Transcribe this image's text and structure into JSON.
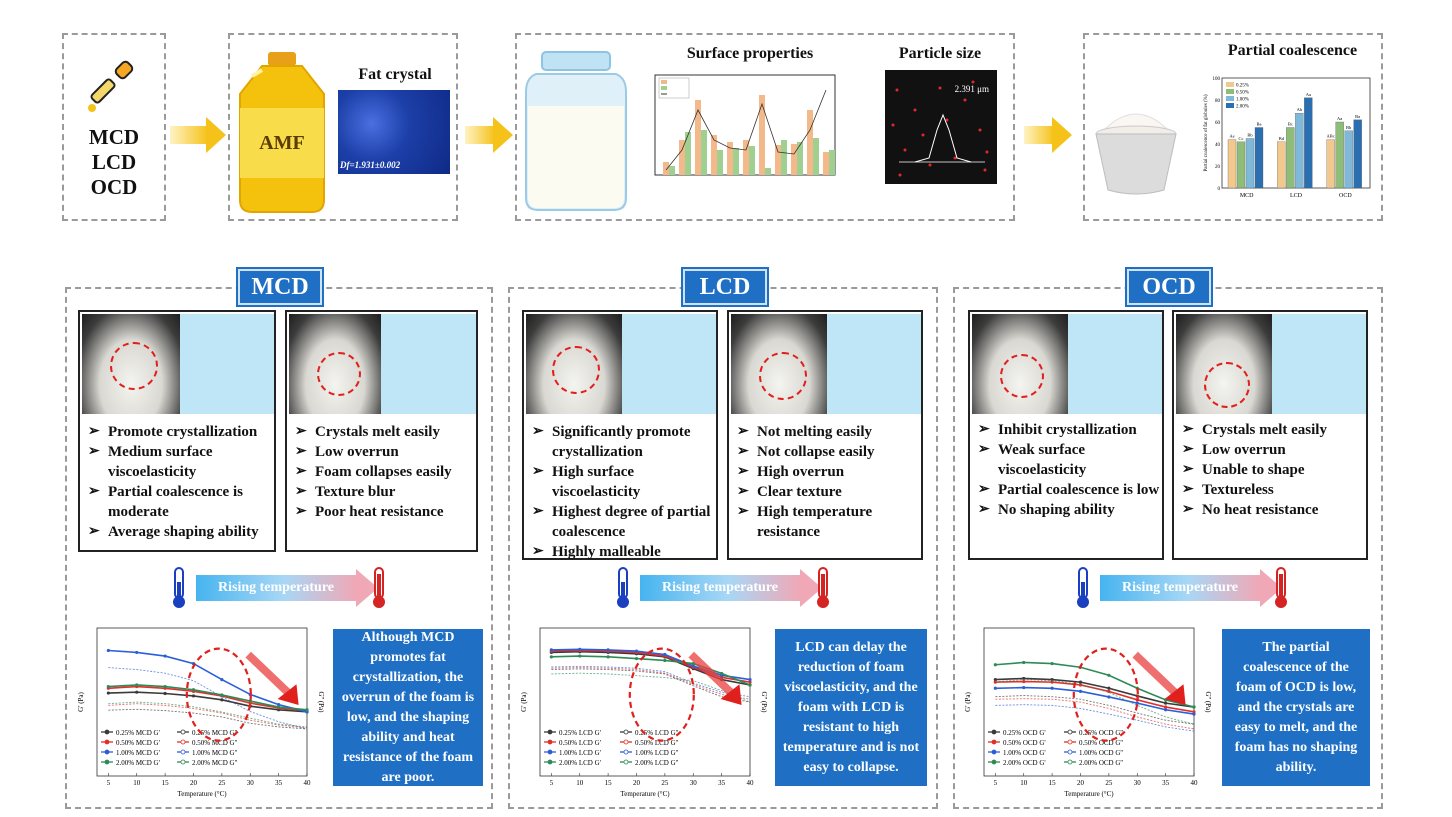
{
  "top": {
    "cd_types": [
      "MCD",
      "LCD",
      "OCD"
    ],
    "amf_label": "AMF",
    "fat_crystal_title": "Fat crystal",
    "fractal_dim": "Df=1.931±0.002",
    "surface_title": "Surface properties",
    "particle_title": "Particle size",
    "particle_value": "2.391 μm",
    "partial_title": "Partial coalescence",
    "partial_chart": {
      "ylabel": "Partial coalescence of fat globules (%)",
      "categories": [
        "MCD",
        "LCD",
        "OCD"
      ],
      "legend": [
        "0.25%",
        "0.50%",
        "1.00%",
        "2.00%"
      ],
      "colors": [
        "#f1c88e",
        "#8dbd78",
        "#7fb8d9",
        "#2b6fb0"
      ]
    }
  },
  "sections": [
    {
      "tag": "MCD",
      "left_bullets": [
        "Promote crystallization",
        "Medium surface viscoelasticity",
        "Partial coalescence is moderate",
        "Average shaping ability"
      ],
      "right_bullets": [
        "Crystals melt easily",
        "Low overrun",
        "Foam collapses easily",
        "Texture blur",
        "Poor heat resistance"
      ],
      "rising": "Rising temperature",
      "legend": [
        "0.25% MCD G'",
        "0.25% MCD G''",
        "0.50% MCD G'",
        "0.50% MCD G''",
        "1.00% MCD G'",
        "1.00% MCD G''",
        "2.00% MCD G'",
        "2.00% MCD G''"
      ],
      "note": "Although MCD promotes fat crystallization, the overrun of the foam is low, and the shaping ability and heat resistance of the foam are poor."
    },
    {
      "tag": "LCD",
      "left_bullets": [
        "Significantly promote crystallization",
        "High surface viscoelasticity",
        "Highest degree of partial coalescence",
        "Highly malleable"
      ],
      "right_bullets": [
        "Not melting easily",
        "Not collapse easily",
        "High overrun",
        "Clear texture",
        "High temperature resistance"
      ],
      "rising": "Rising temperature",
      "legend": [
        "0.25% LCD G'",
        "0.25% LCD G''",
        "0.50% LCD G'",
        "0.50% LCD G''",
        "1.00% LCD G'",
        "1.00% LCD G''",
        "2.00% LCD G'",
        "2.00% LCD G''"
      ],
      "note": "LCD can delay the reduction of foam viscoelasticity, and the foam with LCD is resistant to high temperature and is not easy to collapse."
    },
    {
      "tag": "OCD",
      "left_bullets": [
        "Inhibit crystallization",
        "Weak surface viscoelasticity",
        "Partial coalescence is low",
        "No shaping ability"
      ],
      "right_bullets": [
        "Crystals melt easily",
        "Low overrun",
        "Unable to shape",
        "Textureless",
        "No heat resistance"
      ],
      "rising": "Rising temperature",
      "legend": [
        "0.25% OCD G'",
        "0.25% OCD G''",
        "0.50% OCD G'",
        "0.50% OCD G''",
        "1.00% OCD G'",
        "1.00% OCD G''",
        "2.00% OCD G'",
        "2.00% OCD G''"
      ],
      "note": "The partial coalescence of the foam of OCD is low, and the crystals are easy to melt, and the foam has no shaping ability."
    }
  ],
  "chart_common": {
    "xlabel": "Temperature (°C)",
    "ylabel_left": "G' (Pa)",
    "ylabel_right": "G'' (Pa)",
    "xticks": [
      "5",
      "10",
      "15",
      "20",
      "25",
      "30",
      "35",
      "40"
    ],
    "series_colors": [
      "#3a3a3a",
      "#e0302c",
      "#2b5fd9",
      "#2e8b57"
    ]
  },
  "chart_data": [
    {
      "type": "bar",
      "categories": [
        "MCD",
        "LCD",
        "OCD"
      ],
      "ylabel": "Partial coalescence of fat globules (%)",
      "ylim": [
        0,
        100
      ],
      "series": [
        {
          "name": "0.25%",
          "values": [
            44,
            42,
            44
          ]
        },
        {
          "name": "0.50%",
          "values": [
            42,
            55,
            60
          ]
        },
        {
          "name": "1.00%",
          "values": [
            45,
            68,
            52
          ]
        },
        {
          "name": "2.00%",
          "values": [
            55,
            82,
            62
          ]
        }
      ],
      "bar_labels": [
        [
          "Ae",
          "Cc",
          "Bb",
          "Ba"
        ],
        [
          "Bd",
          "Bc",
          "Ab",
          "Aa"
        ],
        [
          "ABc",
          "Aa",
          "Bb",
          "Ba"
        ]
      ]
    },
    {
      "type": "line",
      "xlabel": "Temperature (°C)",
      "ylabel": "G' (Pa)",
      "x": [
        5,
        10,
        15,
        20,
        25,
        30,
        35,
        40
      ],
      "series": [
        {
          "name": "0.25% MCD G'",
          "values": [
            480,
            500,
            470,
            420,
            350,
            260,
            220,
            200
          ]
        },
        {
          "name": "0.50% MCD G'",
          "values": [
            600,
            650,
            600,
            520,
            420,
            300,
            240,
            210
          ]
        },
        {
          "name": "1.00% MCD G'",
          "values": [
            3500,
            3200,
            2700,
            1900,
            900,
            450,
            280,
            200
          ]
        },
        {
          "name": "2.00% MCD G'",
          "values": [
            650,
            700,
            650,
            560,
            440,
            330,
            250,
            220
          ]
        }
      ]
    },
    {
      "type": "line",
      "xlabel": "Temperature (°C)",
      "ylabel": "G' (Pa)",
      "x": [
        5,
        10,
        15,
        20,
        25,
        30,
        35,
        40
      ],
      "series": [
        {
          "name": "0.25% LCD G'",
          "values": [
            3200,
            3300,
            3200,
            3000,
            2600,
            1500,
            900,
            700
          ]
        },
        {
          "name": "0.50% LCD G'",
          "values": [
            3400,
            3500,
            3400,
            3200,
            2700,
            1600,
            1000,
            800
          ]
        },
        {
          "name": "1.00% LCD G'",
          "values": [
            3600,
            3700,
            3600,
            3400,
            2900,
            1700,
            1100,
            900
          ]
        },
        {
          "name": "2.00% LCD G'",
          "values": [
            2600,
            2700,
            2600,
            2400,
            2200,
            1900,
            1200,
            700
          ]
        }
      ]
    },
    {
      "type": "line",
      "xlabel": "Temperature (°C)",
      "ylabel": "G' (Pa)",
      "x": [
        5,
        10,
        15,
        20,
        25,
        30,
        35,
        40
      ],
      "series": [
        {
          "name": "0.25% OCD G'",
          "values": [
            900,
            950,
            900,
            800,
            600,
            420,
            300,
            250
          ]
        },
        {
          "name": "0.50% OCD G'",
          "values": [
            800,
            820,
            800,
            700,
            520,
            350,
            250,
            200
          ]
        },
        {
          "name": "1.00% OCD G'",
          "values": [
            600,
            620,
            600,
            520,
            400,
            300,
            220,
            180
          ]
        },
        {
          "name": "2.00% OCD G'",
          "values": [
            1800,
            2000,
            1900,
            1600,
            1100,
            600,
            350,
            250
          ]
        }
      ]
    }
  ]
}
